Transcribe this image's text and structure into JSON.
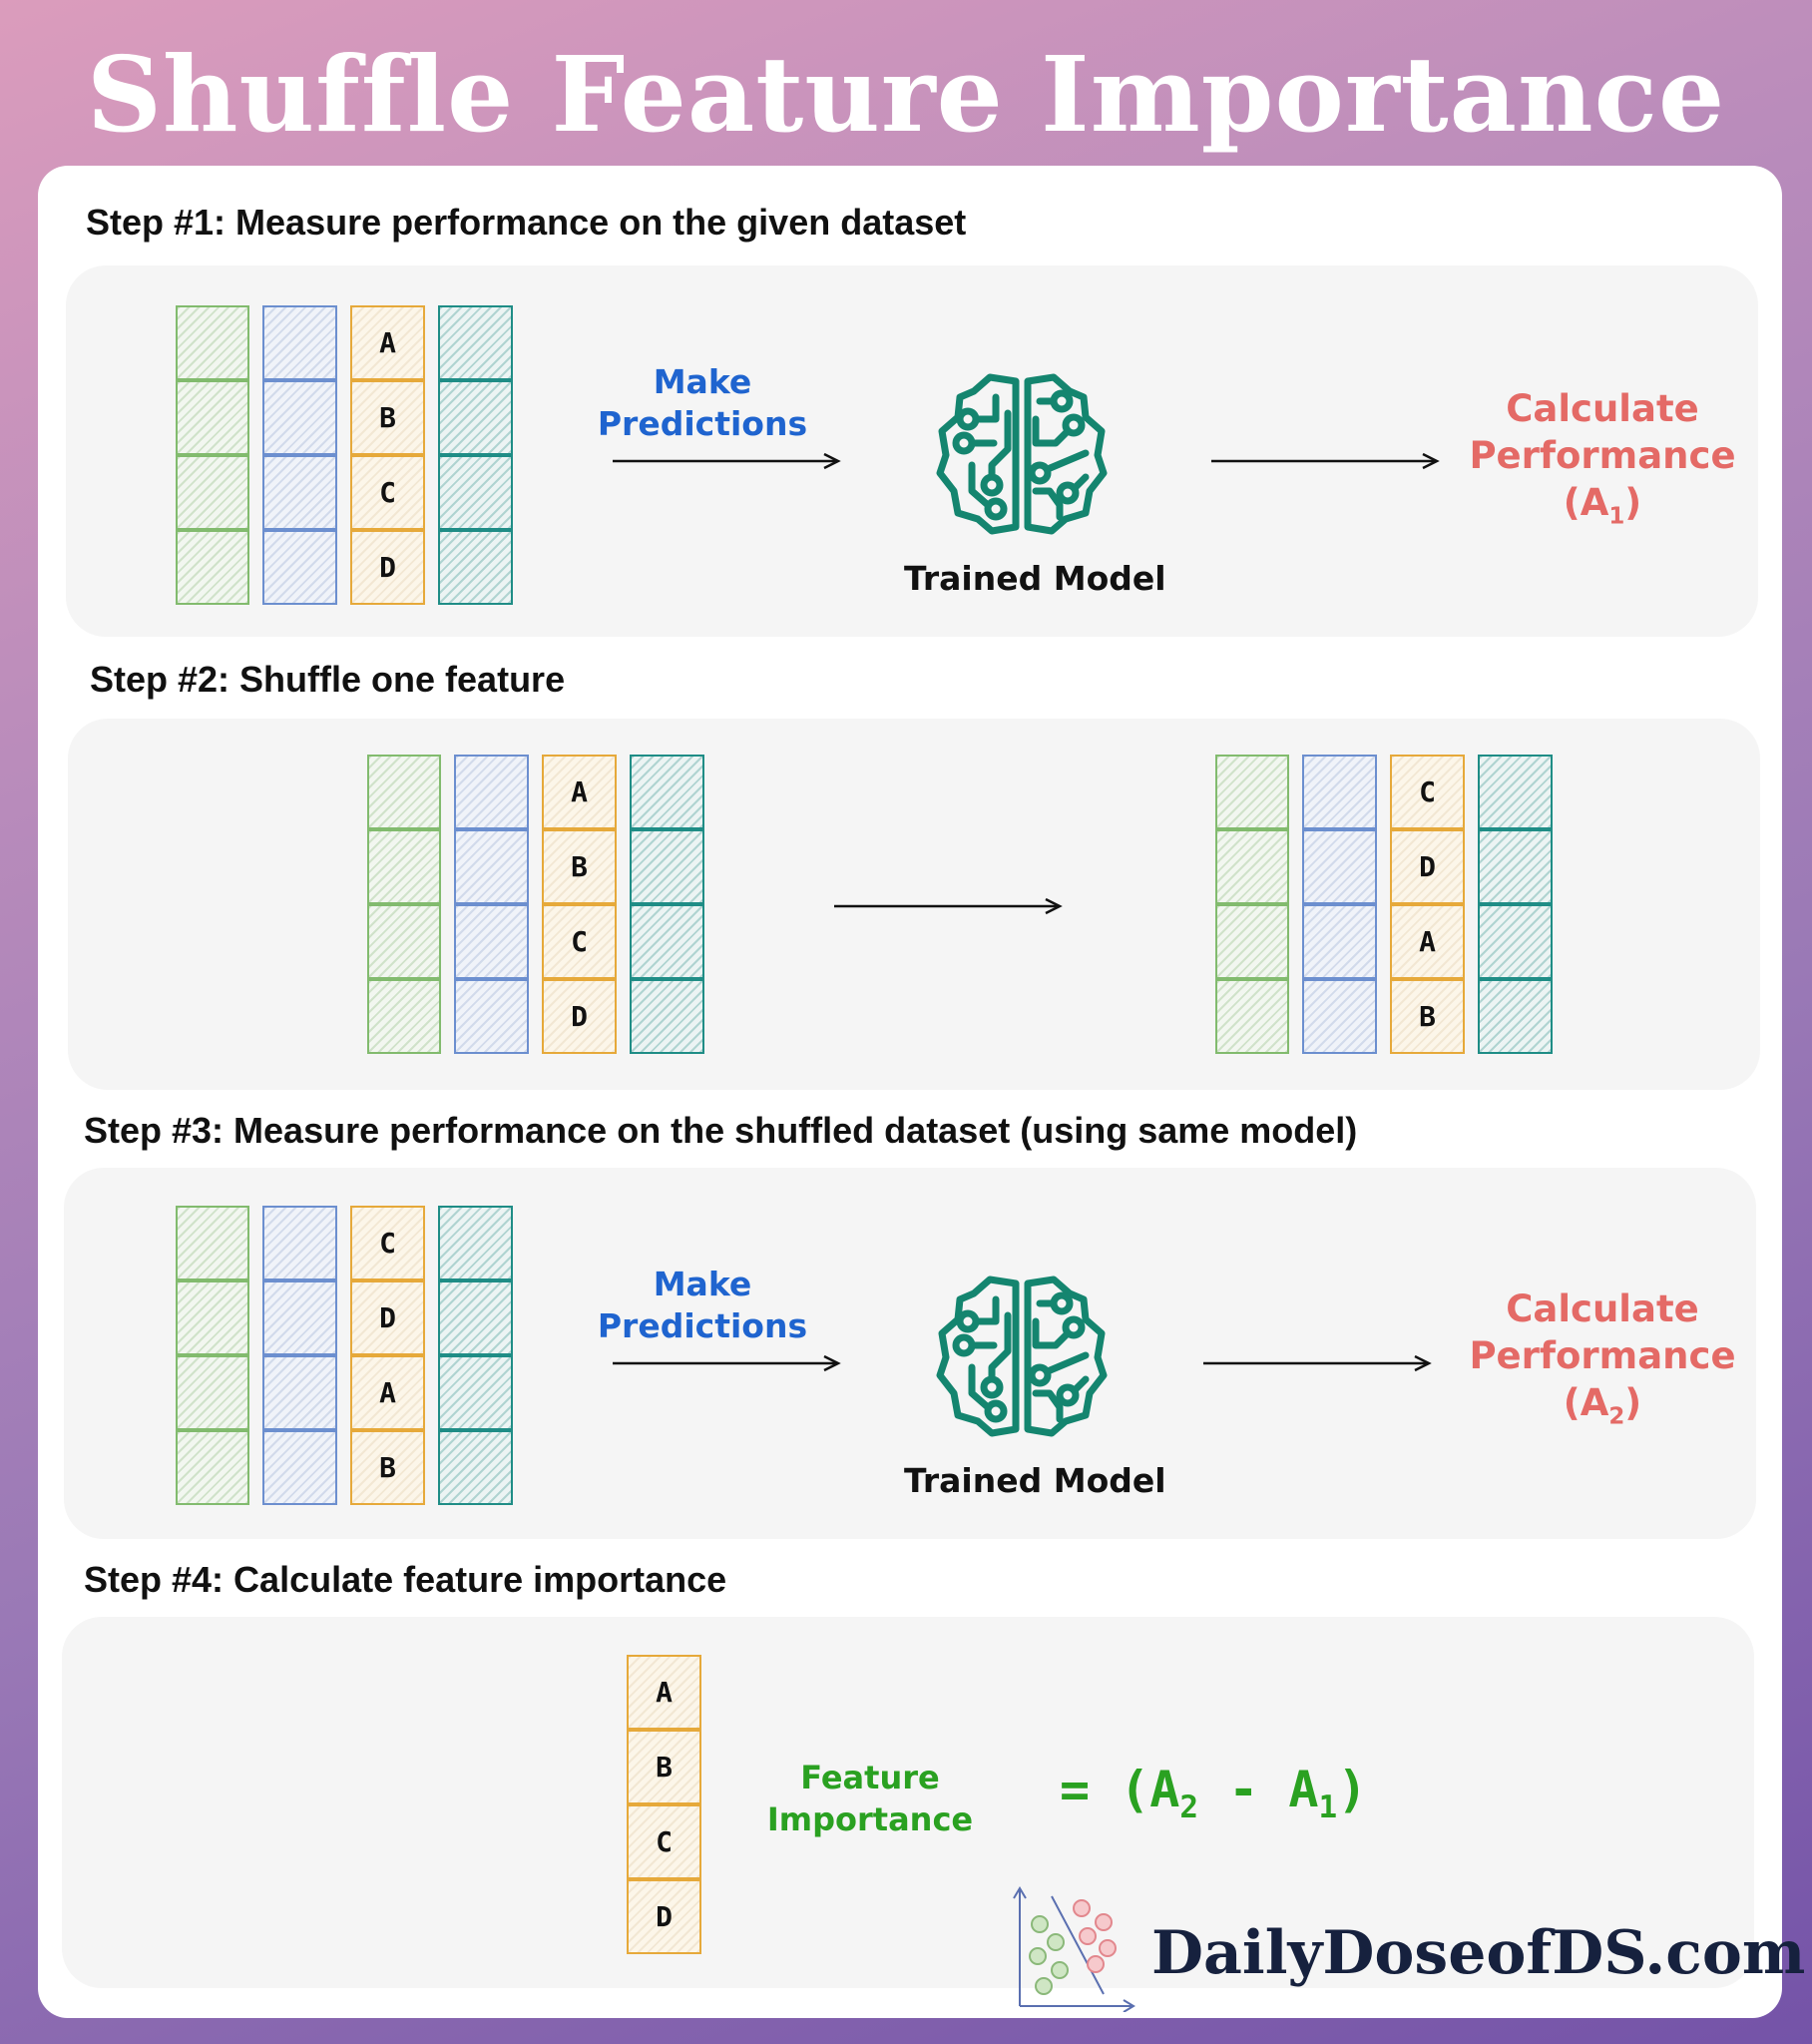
{
  "title": "Shuffle Feature Importance",
  "steps": [
    {
      "title": "Step #1: Measure performance on the given dataset",
      "dataset_column": [
        "A",
        "B",
        "C",
        "D"
      ],
      "action_line1": "Make",
      "action_line2": "Predictions",
      "model_label": "Trained Model",
      "result_line1": "Calculate",
      "result_line2": "Performance",
      "result_open": "(A",
      "result_sub": "1",
      "result_close": ")"
    },
    {
      "title": "Step #2: Shuffle one feature",
      "original_column": [
        "A",
        "B",
        "C",
        "D"
      ],
      "shuffled_column": [
        "C",
        "D",
        "A",
        "B"
      ]
    },
    {
      "title": "Step #3: Measure performance on the shuffled dataset (using same model)",
      "dataset_column": [
        "C",
        "D",
        "A",
        "B"
      ],
      "action_line1": "Make",
      "action_line2": "Predictions",
      "model_label": "Trained Model",
      "result_line1": "Calculate",
      "result_line2": "Performance",
      "result_open": "(A",
      "result_sub": "2",
      "result_close": ")"
    },
    {
      "title": "Step #4: Calculate feature importance",
      "feature_column": [
        "A",
        "B",
        "C",
        "D"
      ],
      "label_line1": "Feature",
      "label_line2": "Importance",
      "formula_prefix": "= (A",
      "formula_sub_a": "2",
      "formula_mid": " - A",
      "formula_sub_b": "1",
      "formula_suffix": ")"
    }
  ],
  "logo": {
    "text": "DailyDoseofDS.com"
  },
  "colors": {
    "green": "#82bb6e",
    "blue": "#6c8fcf",
    "orange": "#e6a93a",
    "teal": "#1f8d86",
    "model": "#14856f",
    "prediction_text": "#1f64cf",
    "performance_text": "#e46a66",
    "importance_text": "#2aa121"
  }
}
